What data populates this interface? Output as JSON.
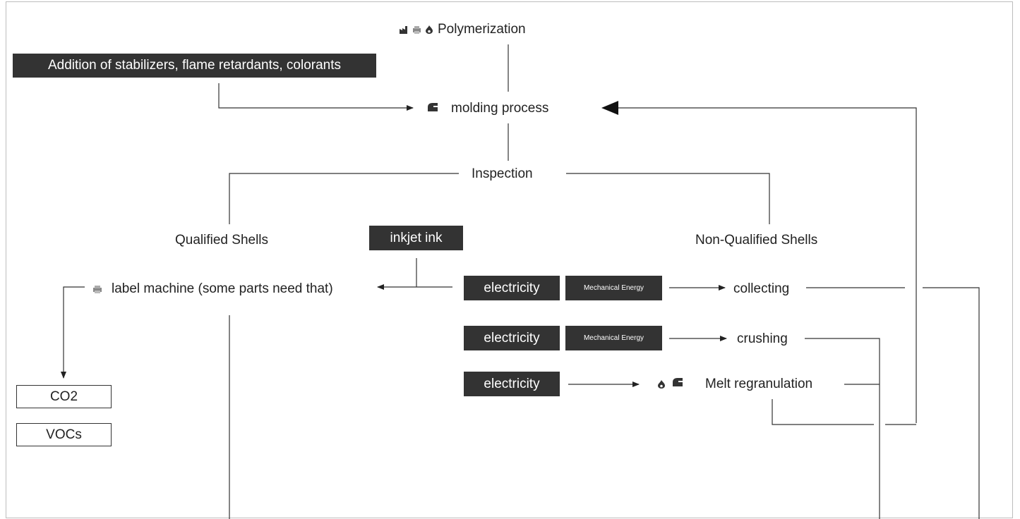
{
  "nodes": {
    "polymerization": "Polymerization",
    "additives": "Addition of stabilizers, flame retardants, colorants",
    "molding": "molding process",
    "inspection": "Inspection",
    "qualified": "Qualified Shells",
    "non_qualified": "Non-Qualified Shells",
    "inkjet": "inkjet ink",
    "label_machine": "label machine (some parts need that)",
    "collecting": "collecting",
    "crushing": "crushing",
    "regranulation": "Melt regranulation"
  },
  "inputs": {
    "electricity": "electricity",
    "mechanical": "Mechanical Energy"
  },
  "outputs": [
    "CO2",
    "VOCs"
  ],
  "colors": {
    "dark_box": "#333333",
    "line": "#333333",
    "frame": "#bdbdbd"
  },
  "icons": [
    "factory-icon",
    "printer-icon",
    "flame-icon",
    "machine-icon"
  ]
}
